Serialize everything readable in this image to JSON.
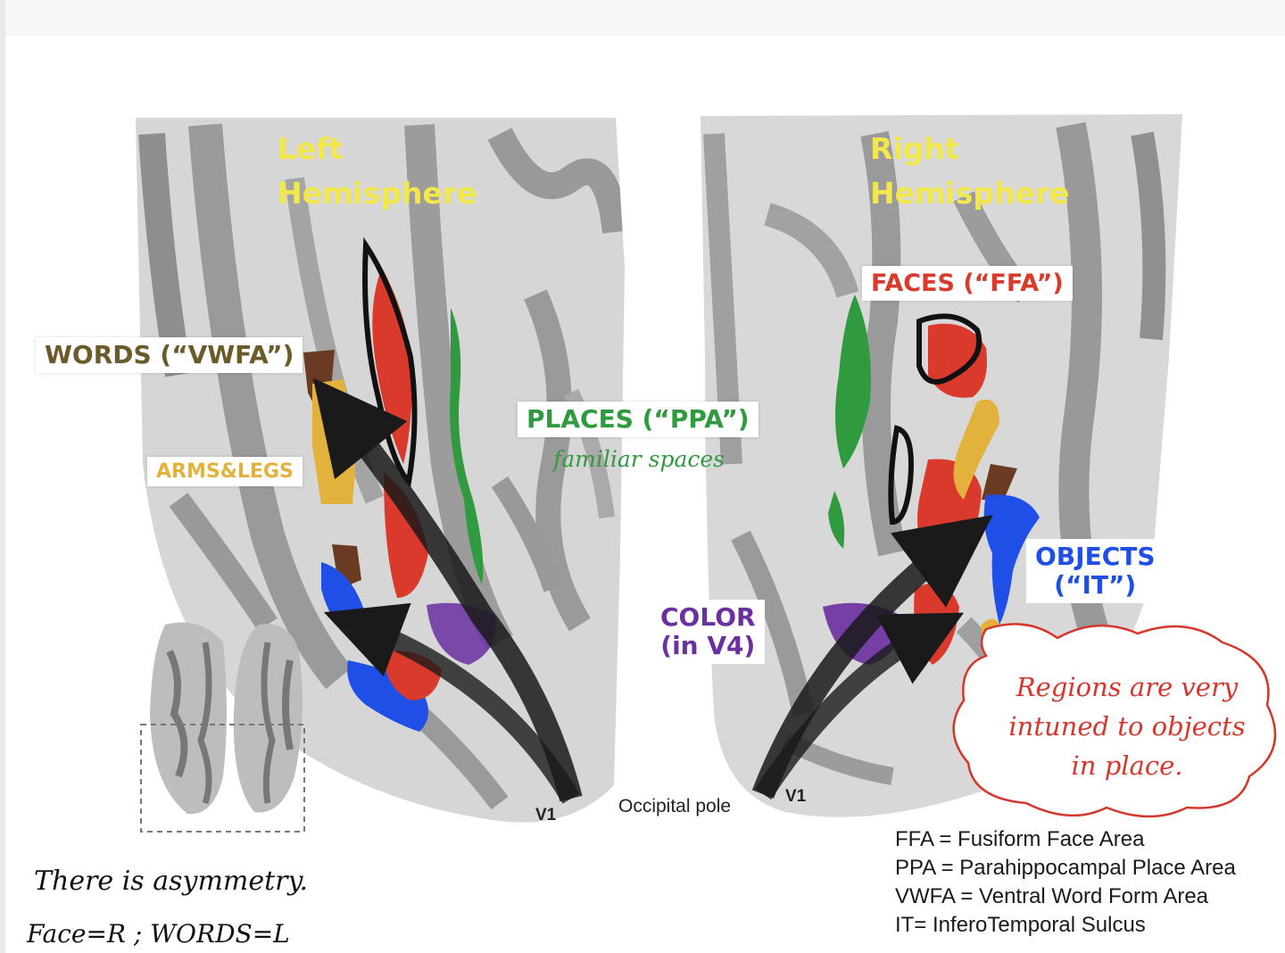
{
  "colors": {
    "yellow_text": "#f2e84a",
    "words": "#6b5a2a",
    "faces": "#d93a2b",
    "places": "#2f9a3e",
    "arms_legs": "#e3b23c",
    "objects": "#1f4fe6",
    "color_v4": "#6a2fa0",
    "note_red": "#d6362b"
  },
  "hemispheres": {
    "left": "Left\nHemisphere",
    "right": "Right\nHemisphere"
  },
  "labels": {
    "words": "WORDS (“VWFA”)",
    "arms_legs": "ARMS&LEGS",
    "places": "PLACES (“PPA”)",
    "places_note": "familiar spaces",
    "faces": "FACES (“FFA”)",
    "objects_line1": "OBJECTS",
    "objects_line2": "(“IT”)",
    "color_line1": "COLOR",
    "color_line2": "(in V4)",
    "v1_left": "V1",
    "v1_right": "V1",
    "occipital_pole": "Occipital pole"
  },
  "note": {
    "line1": "Regions are very",
    "line2": "intuned to objects",
    "line3": "in place."
  },
  "handwriting": {
    "line1": "There is asymmetry.",
    "line2": "Face=R ; WORDS=L"
  },
  "legend": [
    "FFA = Fusiform Face Area",
    "PPA = Parahippocampal Place Area",
    "VWFA = Ventral Word Form Area",
    "IT= InferoTemporal Sulcus"
  ]
}
